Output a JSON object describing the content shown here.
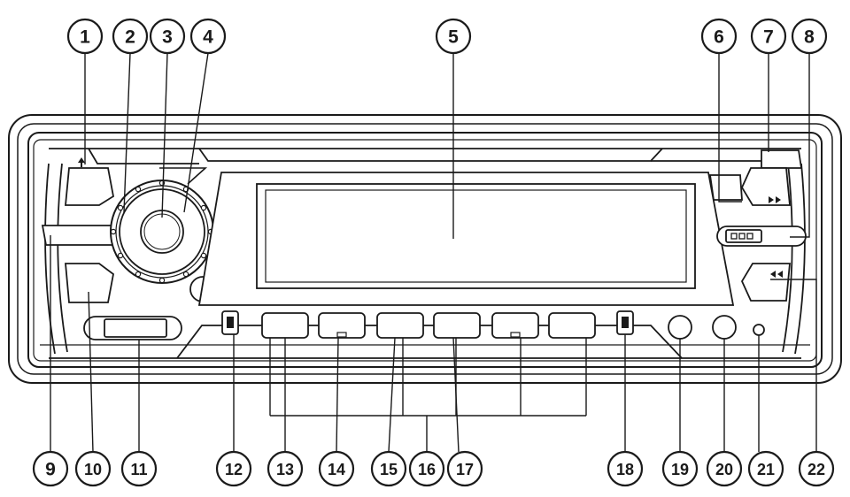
{
  "callouts": {
    "n1": "1",
    "n2": "2",
    "n3": "3",
    "n4": "4",
    "n5": "5",
    "n6": "6",
    "n7": "7",
    "n8": "8",
    "n9": "9",
    "n10": "10",
    "n11": "11",
    "n12": "12",
    "n13": "13",
    "n14": "14",
    "n15": "15",
    "n16": "16",
    "n17": "17",
    "n18": "18",
    "n19": "19",
    "n20": "20",
    "n21": "21",
    "n22": "22"
  },
  "icons": {
    "eject": "eject-icon",
    "fast_forward": "fast-forward-icon",
    "rewind": "rewind-icon"
  },
  "colors": {
    "line": "#1a1a1a",
    "fill": "#ffffff",
    "shade": "#e6e6e6"
  }
}
